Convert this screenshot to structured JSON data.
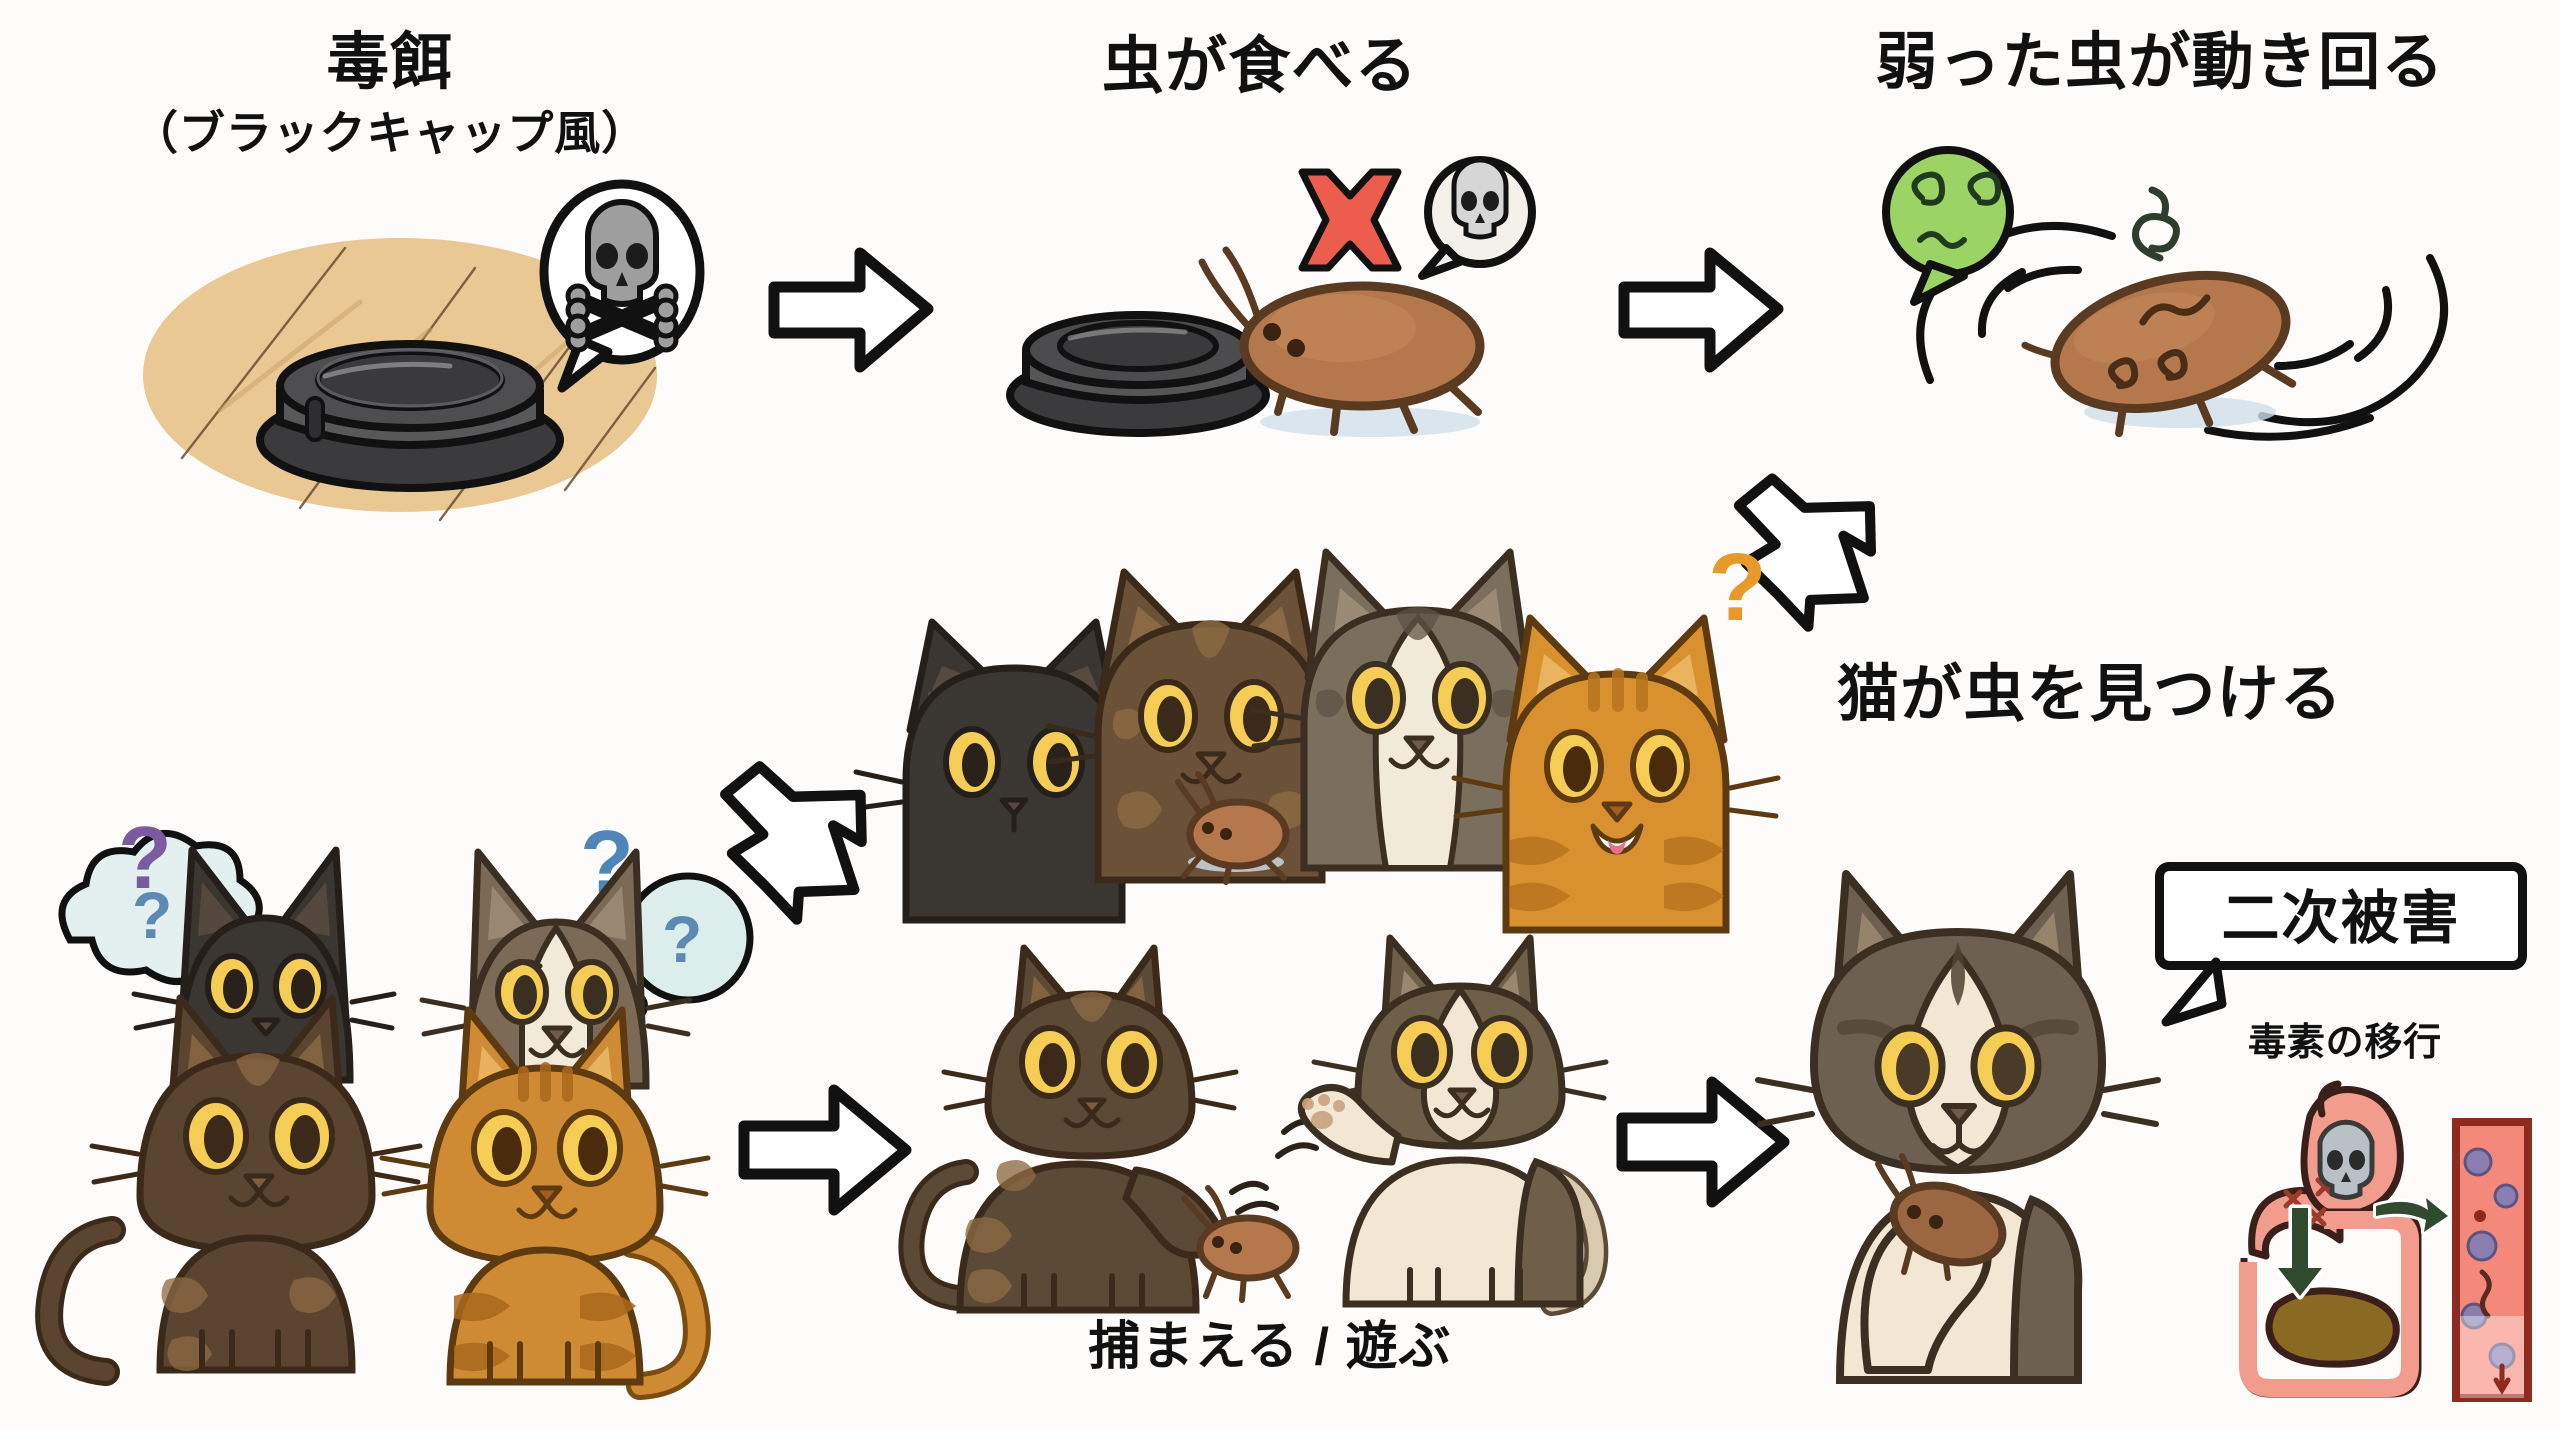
{
  "page": {
    "background_color": "#fdfcfa",
    "ink_color": "#111111",
    "title_hidden": ""
  },
  "panels": {
    "step1": {
      "title_line1": "毒餌",
      "title_line2": "（ブラックキャップ風）",
      "icon_bait": "bait-station-icon",
      "icon_warning": "skull-and-crossbones-icon",
      "floor": "wooden-floor"
    },
    "step2": {
      "title": "虫が食べる",
      "icon_cross": "red-x-icon",
      "icon_skull": "skull-icon",
      "icon_bug": "cockroach-icon",
      "icon_bait": "bait-station-icon"
    },
    "step3": {
      "title": "弱った虫が動き回る",
      "icon_sick_face": "green-dizzy-face-icon",
      "icon_bug": "dizzy-cockroach-icon",
      "icon_spiral": "spiral-swirl-icon"
    },
    "step4": {
      "title": "猫が虫を見つける",
      "question_mark": "?",
      "cats": [
        {
          "name": "black-cat",
          "body": "#3a3632",
          "shade": "#2a2724"
        },
        {
          "name": "dark-tabby-cat",
          "body": "#6b5138",
          "shade": "#8a6a44"
        },
        {
          "name": "grey-white-tabby-cat",
          "body": "#7a6e5c",
          "shade": "#f2ead9"
        },
        {
          "name": "orange-tabby-cat",
          "body": "#d9912f",
          "shade": "#b8731f"
        }
      ],
      "icon_bug": "cockroach-icon"
    },
    "step5": {
      "question_marks": [
        "?",
        "?",
        "?"
      ],
      "cats": [
        {
          "name": "black-cat",
          "body": "#3a3632"
        },
        {
          "name": "grey-white-tabby-cat",
          "body": "#7a6a56"
        },
        {
          "name": "dark-brown-tabby-cat",
          "body": "#5b4430"
        },
        {
          "name": "orange-tabby-cat",
          "body": "#cf8b33"
        }
      ],
      "thought_bubble_mark": "?"
    },
    "step6": {
      "caption": "捕まえる / 遊ぶ",
      "cats": [
        {
          "name": "dark-tabby-cat",
          "body": "#5b4a36"
        },
        {
          "name": "cream-white-tabby-cat",
          "body": "#f2e7d2"
        }
      ],
      "icon_bug": "cockroach-icon"
    },
    "step7": {
      "badge": "二次被害",
      "sublabel": "毒素の移行",
      "cat": {
        "name": "grey-white-tabby-cat",
        "body": "#6e6050"
      },
      "icon_bug": "cockroach-icon",
      "diagram": {
        "name": "digestive-tract-diagram",
        "organ_color": "#f29c8e",
        "vessel_color": "#f08a7c",
        "icon_skull": "skull-icon",
        "arrow_down": "arrow-down-icon",
        "arrow_right": "arrow-right-icon"
      }
    }
  },
  "arrows": [
    {
      "name": "arrow-step1-to-step2",
      "direction": "right"
    },
    {
      "name": "arrow-step2-to-step3",
      "direction": "right"
    },
    {
      "name": "arrow-step3-to-step4",
      "direction": "down-left"
    },
    {
      "name": "arrow-step4-to-step5",
      "direction": "down-left"
    },
    {
      "name": "arrow-step5-to-step6",
      "direction": "right"
    },
    {
      "name": "arrow-step6-to-step7",
      "direction": "right"
    }
  ],
  "colors": {
    "bait_dark": "#4a4a4c",
    "bug_brown": "#b5784c",
    "bug_outline": "#5a3a20",
    "red_x": "#e8564a",
    "green_face": "#9ad46a",
    "wood": "#e8c48e",
    "eye_yellow": "#f5cd55"
  }
}
